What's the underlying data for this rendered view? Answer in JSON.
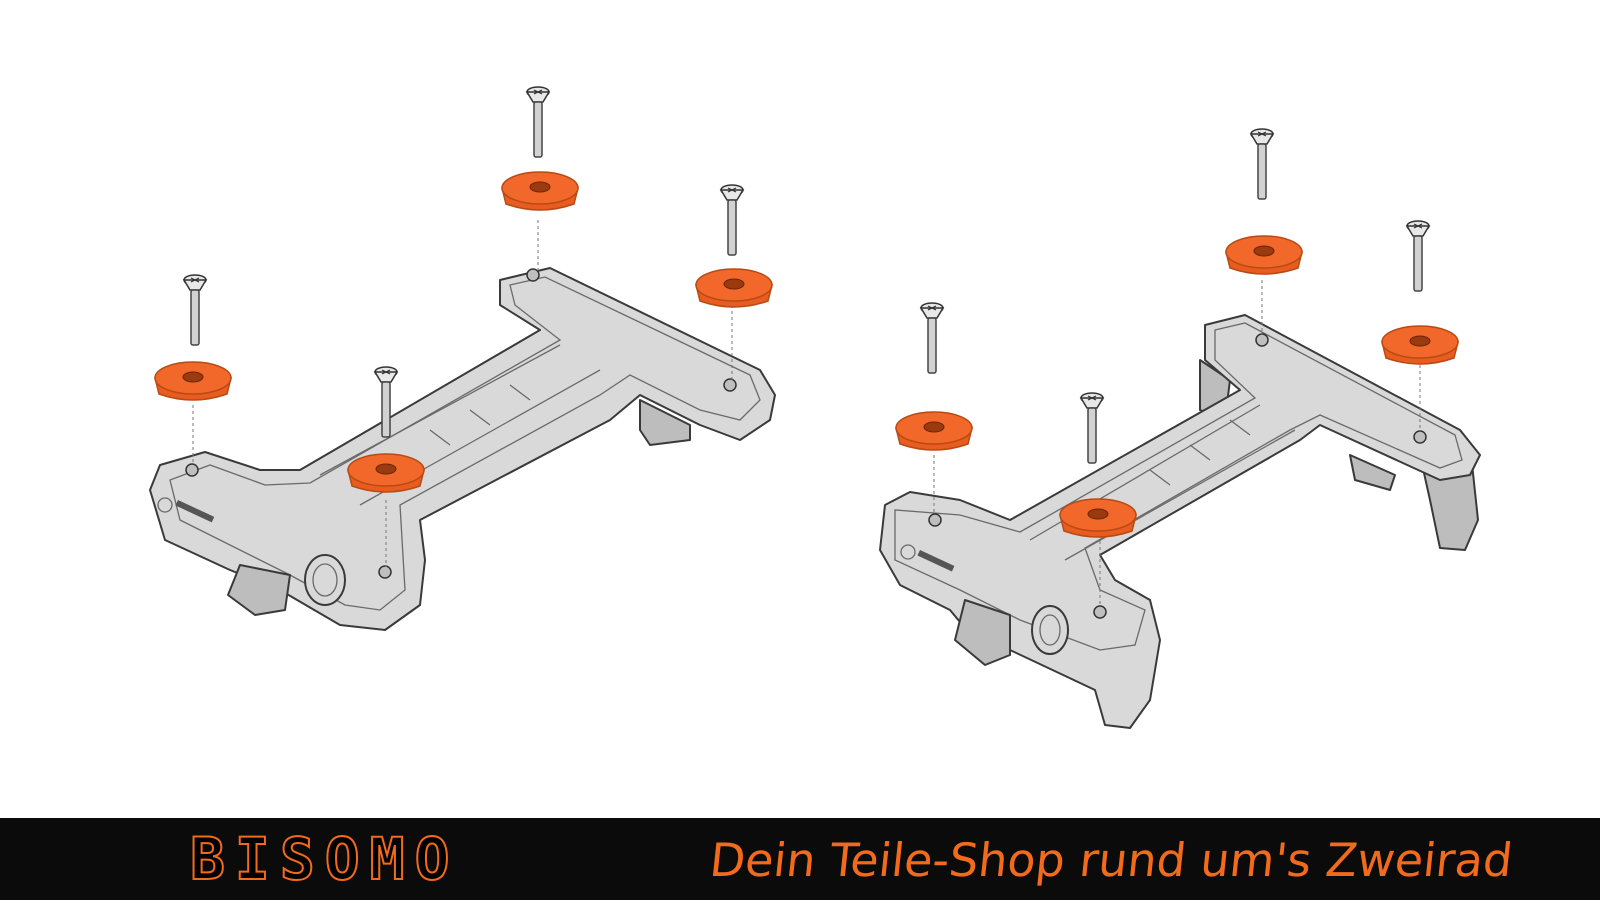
{
  "banner": {
    "brand": "BISOMO",
    "tagline": "Dein Teile-Shop rund um's Zweirad"
  },
  "colors": {
    "accent": "#f26a1b",
    "banner_bg": "#0b0b0b",
    "part_grey": "#d9d9d9"
  },
  "illustrations": [
    {
      "name": "carrier-adapter-plate-flat",
      "screws": 4,
      "washers": 4
    },
    {
      "name": "carrier-adapter-plate-with-legs",
      "screws": 4,
      "washers": 4
    }
  ]
}
